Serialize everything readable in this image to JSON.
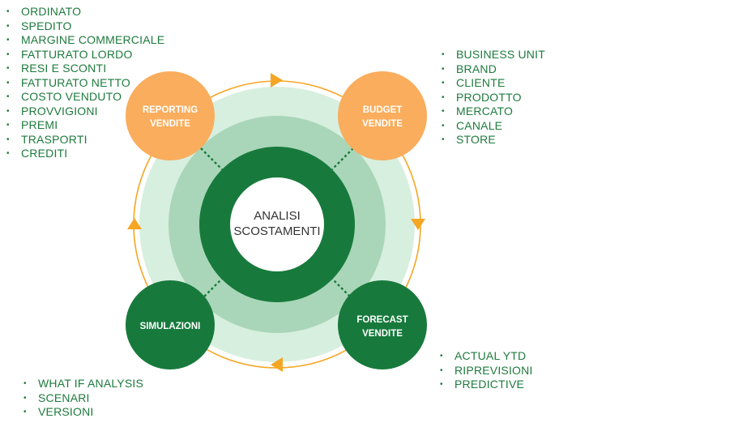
{
  "center": {
    "line1": "ANALISI",
    "line2": "SCOSTAMENTI"
  },
  "nodes": {
    "reporting": {
      "line1": "REPORTING",
      "line2": "VENDITE",
      "color": "#f9ad5d"
    },
    "budget": {
      "line1": "BUDGET",
      "line2": "VENDITE",
      "color": "#f9ad5d"
    },
    "forecast": {
      "line1": "FORECAST",
      "line2": "VENDITE",
      "color": "#177a3c"
    },
    "simulazioni": {
      "line1": "SIMULAZIONI",
      "color": "#177a3c"
    }
  },
  "lists": {
    "reporting": [
      "ORDINATO",
      "SPEDITO",
      "MARGINE COMMERCIALE",
      "FATTURATO LORDO",
      "RESI E SCONTI",
      "FATTURATO NETTO",
      "COSTO VENDUTO",
      "PROVVIGIONI",
      "PREMI",
      "TRASPORTI",
      "CREDITI"
    ],
    "budget": [
      "BUSINESS UNIT",
      "BRAND",
      "CLIENTE",
      "PRODOTTO",
      "MERCATO",
      "CANALE",
      "STORE"
    ],
    "forecast": [
      "ACTUAL YTD",
      "RIPREVISIONI",
      "PREDICTIVE"
    ],
    "simulazioni": [
      "WHAT IF ANALYSIS",
      "SCENARI",
      "VERSIONI"
    ]
  },
  "colors": {
    "dark_green": "#177a3c",
    "mid_green": "#a9d6b8",
    "light_green": "#d7efdf",
    "orange": "#f9ad5d",
    "arrow_orange": "#f5a623",
    "text_green": "#1e7a3e"
  }
}
